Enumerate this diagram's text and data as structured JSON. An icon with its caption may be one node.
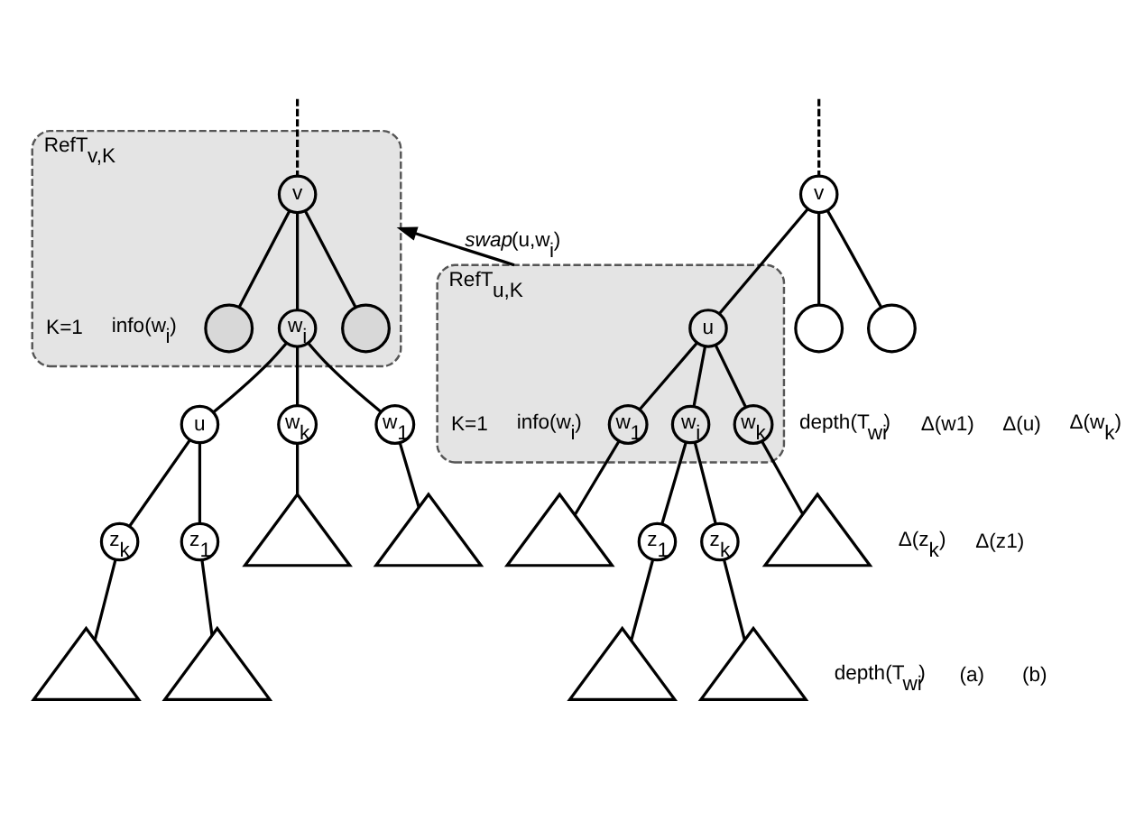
{
  "diagram": {
    "nodes": [
      {
        "text": [
          "v"
        ]
      },
      {
        "text": [],
        "shape": "circle"
      },
      {
        "text": [],
        "shape": "circle"
      },
      {
        "text": [
          "RefT$_{u,K}$"
        ]
      },
      {
        "text": [
          "u"
        ],
        "in": 3
      },
      {
        "text": [
          "w$_{1}$"
        ],
        "in": 3
      },
      {
        "text": [
          "w$_{i}$"
        ],
        "in": 3
      },
      {
        "text": [
          "w$_{k}$"
        ],
        "in": 3
      },
      {
        "text": [
          "z$_{1}$"
        ]
      },
      {
        "text": [
          "z$_{k}$"
        ]
      },
      {
        "text": [],
        "shape": "triangle"
      },
      {
        "text": [],
        "shape": "triangle"
      },
      {
        "text": [],
        "shape": "triangle"
      },
      {
        "text": [],
        "shape": "triangle"
      },
      {
        "text": [
          "RefT$_{v,K}$"
        ]
      },
      {
        "text": [
          "v"
        ],
        "in": 14
      },
      {
        "text": [],
        "shape": "circle",
        "in": 14
      },
      {
        "text": [
          "w$_{i}$"
        ],
        "in": 14
      },
      {
        "text": [],
        "shape": "circle",
        "in": 14
      },
      {
        "text": [
          "w$_{1}$"
        ]
      },
      {
        "text": [
          "u"
        ]
      },
      {
        "text": [
          "w$_{k}$"
        ]
      },
      {
        "text": [
          "z$_{1}$"
        ]
      },
      {
        "text": [
          "z$_{k}$"
        ]
      },
      {
        "text": [],
        "shape": "triangle"
      },
      {
        "text": [],
        "shape": "triangle"
      },
      {
        "text": [],
        "shape": "triangle"
      },
      {
        "text": [],
        "shape": "triangle"
      }
    ],
    "edges": [
      {
        "from": null,
        "to": 0,
        "arrow": "none",
        "style": "dashed"
      },
      {
        "from": 0,
        "to": 1,
        "arrow": "none"
      },
      {
        "from": 0,
        "to": 4,
        "arrow": "none"
      },
      {
        "from": 0,
        "to": 2,
        "arrow": "none"
      },
      {
        "from": 4,
        "to": 5,
        "arrow": "none"
      },
      {
        "from": 4,
        "to": 6,
        "arrow": "none"
      },
      {
        "from": 4,
        "to": 7,
        "arrow": "none"
      },
      {
        "from": 5,
        "to": 10,
        "arrow": "none"
      },
      {
        "from": 7,
        "to": 11,
        "arrow": "none"
      },
      {
        "from": 6,
        "to": 8,
        "arrow": "none"
      },
      {
        "from": 6,
        "to": 9,
        "arrow": "none"
      },
      {
        "from": 8,
        "to": 12,
        "arrow": "none"
      },
      {
        "from": 9,
        "to": 13,
        "arrow": "none"
      },
      {
        "from": 3,
        "to": 14,
        "arrow": "to",
        "label": "*swap*(u,w$_{i}$)"
      },
      {
        "from": null,
        "to": 15,
        "arrow": "none",
        "style": "dashed"
      },
      {
        "from": 15,
        "to": 16,
        "arrow": "none"
      },
      {
        "from": 15,
        "to": 17,
        "arrow": "none"
      },
      {
        "from": 15,
        "to": 18,
        "arrow": "none"
      },
      {
        "from": 17,
        "to": 19,
        "arrow": "none"
      },
      {
        "from": 17,
        "to": 20,
        "arrow": "none"
      },
      {
        "from": 17,
        "to": 21,
        "arrow": "none"
      },
      {
        "from": 19,
        "to": 24,
        "arrow": "none"
      },
      {
        "from": 21,
        "to": 25,
        "arrow": "none"
      },
      {
        "from": 20,
        "to": 22,
        "arrow": "none"
      },
      {
        "from": 20,
        "to": 23,
        "arrow": "none"
      },
      {
        "from": 22,
        "to": 26,
        "arrow": "none"
      },
      {
        "from": 23,
        "to": 27,
        "arrow": "none"
      }
    ],
    "labels": [
      "info(w$_{i}$)",
      "K=1",
      "depth(T$_{wi}$)",
      "(a)",
      "info(w$_{i}$)",
      "K=1",
      "depth(T$_{wi}$)",
      "Δ(w1)",
      "Δ(u)",
      "Δ(w$_{k}$)",
      "Δ(z$_{k}$)",
      "Δ(z1)",
      "(b)"
    ]
  }
}
